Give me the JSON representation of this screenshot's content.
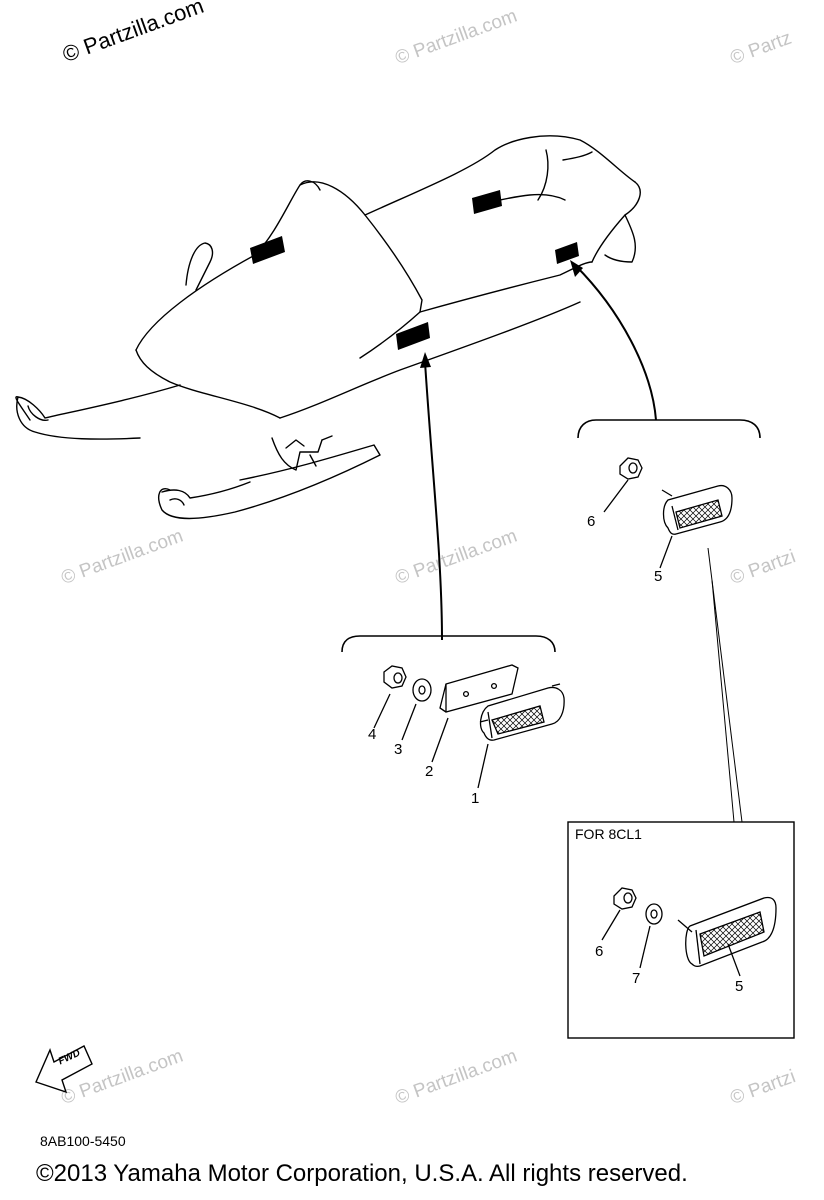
{
  "watermarks": [
    "© Partzilla.com",
    "© Partzilla.com",
    "© Partz",
    "© Partzilla.com",
    "© Partzilla.com",
    "© Partzi",
    "© Partzilla.com",
    "© Partzilla.com",
    "© Partzi"
  ],
  "callouts": {
    "c1": "1",
    "c2": "2",
    "c3": "3",
    "c4": "4",
    "c5a": "5",
    "c6a": "6",
    "c6b": "6",
    "c7": "7",
    "c5b": "5"
  },
  "inset": {
    "title": "FOR 8CL1"
  },
  "fwd_icon": {
    "label": "FWD"
  },
  "figure_id": "8AB100-5450",
  "copyright": "©2013  Yamaha Motor Corporation, U.S.A. All rights reserved."
}
